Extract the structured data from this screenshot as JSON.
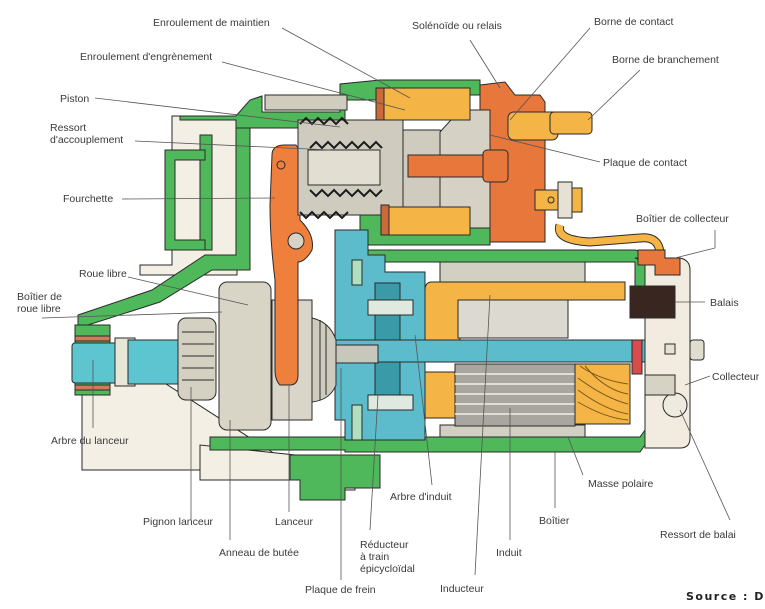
{
  "diagram": {
    "title": "Démarreur à réducteur — vue en coupe",
    "source": "Source : DR",
    "colors": {
      "housing": "#4fb85a",
      "housing_light": "#f2ece0",
      "solenoid_coil": "#f4b446",
      "contact_parts": "#e8773c",
      "reducer": "#5cbccc",
      "steel": "#cdcbbf",
      "brush": "#3a2620",
      "winding": "#f0b040"
    },
    "labels": [
      {
        "id": "enroulement-maintien",
        "text": "Enroulement de maintien"
      },
      {
        "id": "enroulement-engrenement",
        "text": "Enroulement d'engrènement"
      },
      {
        "id": "piston",
        "text": "Piston"
      },
      {
        "id": "ressort-accouplement-1",
        "text": "Ressort"
      },
      {
        "id": "ressort-accouplement-2",
        "text": "d'accouplement"
      },
      {
        "id": "fourchette",
        "text": "Fourchette"
      },
      {
        "id": "roue-libre",
        "text": "Roue libre"
      },
      {
        "id": "boitier-roue-libre-1",
        "text": "Boîtier de"
      },
      {
        "id": "boitier-roue-libre-2",
        "text": "roue libre"
      },
      {
        "id": "arbre-lanceur",
        "text": "Arbre du lanceur"
      },
      {
        "id": "pignon-lanceur",
        "text": "Pignon lanceur"
      },
      {
        "id": "anneau-butee",
        "text": "Anneau de butée"
      },
      {
        "id": "lanceur",
        "text": "Lanceur"
      },
      {
        "id": "plaque-frein",
        "text": "Plaque de frein"
      },
      {
        "id": "reducteur-1",
        "text": "Réducteur"
      },
      {
        "id": "reducteur-2",
        "text": "à train"
      },
      {
        "id": "reducteur-3",
        "text": "épicycloïdal"
      },
      {
        "id": "arbre-induit",
        "text": "Arbre d'induit"
      },
      {
        "id": "inducteur",
        "text": "Inducteur"
      },
      {
        "id": "induit",
        "text": "Induit"
      },
      {
        "id": "boitier",
        "text": "Boîtier"
      },
      {
        "id": "masse-polaire",
        "text": "Masse polaire"
      },
      {
        "id": "ressort-balai",
        "text": "Ressort de balai"
      },
      {
        "id": "collecteur",
        "text": "Collecteur"
      },
      {
        "id": "balais",
        "text": "Balais"
      },
      {
        "id": "boitier-collecteur",
        "text": "Boîtier de collecteur"
      },
      {
        "id": "plaque-contact",
        "text": "Plaque de contact"
      },
      {
        "id": "borne-branchement",
        "text": "Borne de branchement"
      },
      {
        "id": "borne-contact",
        "text": "Borne de contact"
      },
      {
        "id": "solenoide",
        "text": "Solénoïde ou relais"
      }
    ]
  }
}
